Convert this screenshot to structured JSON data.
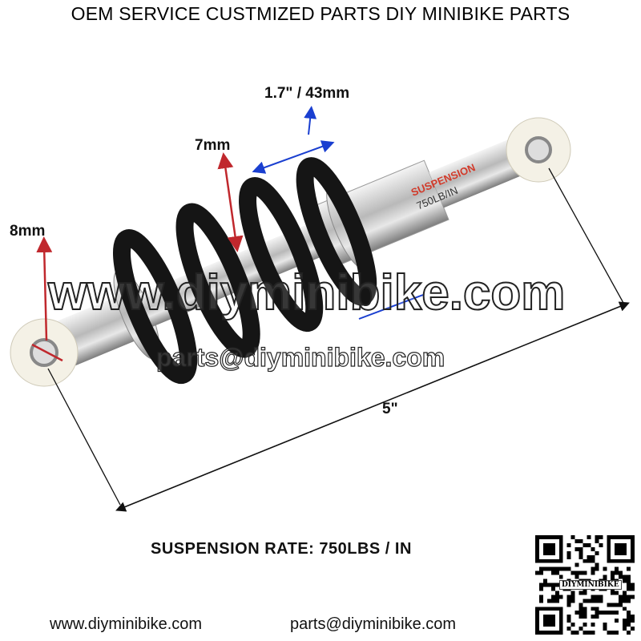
{
  "headline": "OEM SERVICE CUSTMIZED PARTS DIY MINIBIKE PARTS",
  "dimensions": {
    "coil_pitch": "1.7\" / 43mm",
    "wire_thickness": "7mm",
    "eye_bore": "8mm",
    "overall_length": "5\""
  },
  "shock_label": {
    "brand": "SUSPENSION",
    "rating": "750LB/IN"
  },
  "watermark": {
    "site": "www.diyminibike.com",
    "email": "parts@diyminibike.com"
  },
  "rate_text": "SUSPENSION RATE: 750LBS / IN",
  "footer": {
    "website": "www.diyminibike.com",
    "email": "parts@diyminibike.com"
  },
  "qr": {
    "label": "DIYMINIBIKE"
  },
  "colors": {
    "arrow_red": "#c0282d",
    "arrow_blue": "#1a3fd0",
    "spring": "#151515",
    "bushing": "#f4f1e6"
  }
}
